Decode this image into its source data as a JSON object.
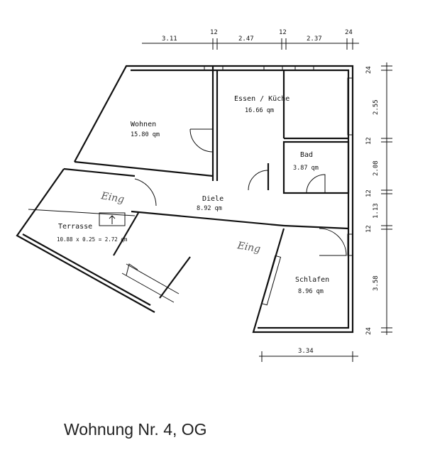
{
  "caption": "Wohnung Nr. 4, OG",
  "rooms": {
    "wohnen": {
      "name": "Wohnen",
      "area": "15.80 qm"
    },
    "essen": {
      "name": "Essen / Küche",
      "area": "16.66 qm"
    },
    "bad": {
      "name": "Bad",
      "area": "3.87 qm"
    },
    "diele": {
      "name": "Diele",
      "area": "8.92 qm"
    },
    "terrasse": {
      "name": "Terrasse",
      "area": "10.88 x 0.25 = 2.72 qm"
    },
    "schlafen": {
      "name": "Schlafen",
      "area": "8.96 qm"
    }
  },
  "dimensions": {
    "top": [
      "3.11",
      "12",
      "2.47",
      "12",
      "2.37",
      "24"
    ],
    "right": [
      "24",
      "2.55",
      "12",
      "2.08",
      "12",
      "1.13",
      "12",
      "3.58",
      "24"
    ],
    "bottom": [
      "3.34"
    ]
  },
  "annotations": {
    "eingang_1": "Eing",
    "eingang_2": "Eing"
  }
}
